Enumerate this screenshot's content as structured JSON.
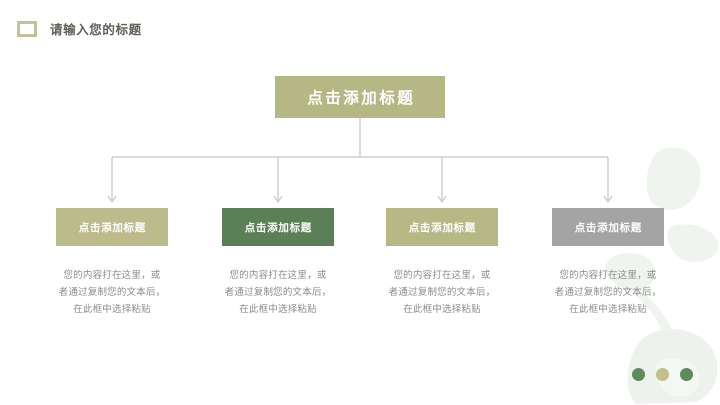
{
  "header": {
    "icon": "square-outline-icon",
    "title": "请输入您的标题"
  },
  "top_node": {
    "label": "点击添加标题",
    "color": "#b5b785"
  },
  "columns": [
    {
      "box_label": "点击添加标题",
      "color": "#bcbb8c",
      "body_lines": [
        "您的内容打在这里，或",
        "者通过复制您的文本后，",
        "在此框中选择粘贴"
      ]
    },
    {
      "box_label": "点击添加标题",
      "color": "#5b8058",
      "body_lines": [
        "您的内容打在这里，或",
        "者通过复制您的文本后，",
        "在此框中选择粘贴"
      ]
    },
    {
      "box_label": "点击添加标题",
      "color": "#b6b886",
      "body_lines": [
        "您的内容打在这里，或",
        "者通过复制您的文本后，",
        "在此框中选择粘贴"
      ]
    },
    {
      "box_label": "点击添加标题",
      "color": "#a4a4a4",
      "body_lines": [
        "您的内容打在这里，或",
        "者通过复制您的文本后，",
        "在此框中选择粘贴"
      ]
    }
  ],
  "connector": {
    "color": "#b9b9b9"
  },
  "dots": [
    {
      "color": "#5f8a5c"
    },
    {
      "color": "#c0c08a"
    },
    {
      "color": "#5f8a5c"
    }
  ],
  "decoration": {
    "watermark": "leaf-plant-watermark",
    "color": "#eef3ee"
  }
}
